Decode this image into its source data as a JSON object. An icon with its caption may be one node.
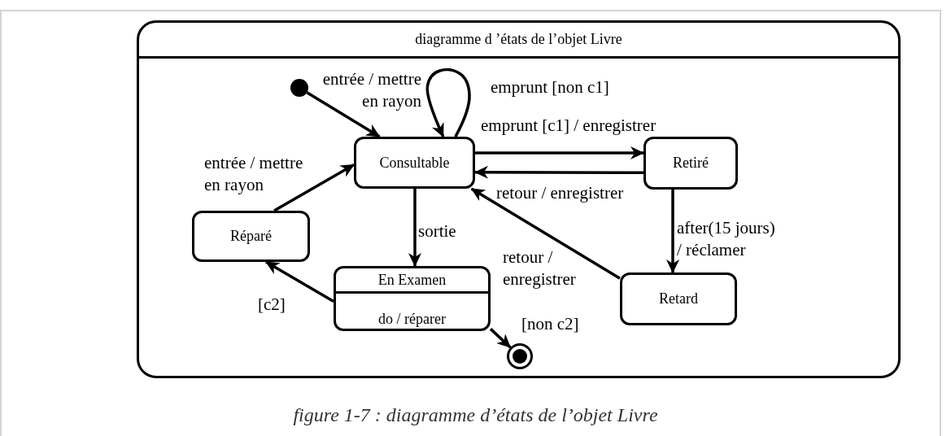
{
  "diagram": {
    "caption": "figure 1-7 : diagramme d’états de l’objet Livre",
    "nodes": [
      {
        "text": [
          "diagramme d ’états de l’objet Livre"
        ]
      },
      {
        "text": [],
        "shape": "circle",
        "in": 0
      },
      {
        "text": [
          "Consultable"
        ],
        "in": 0
      },
      {
        "text": [
          "Retiré"
        ],
        "in": 0
      },
      {
        "text": [
          "Réparé"
        ],
        "in": 0
      },
      {
        "text": [
          "En Examen",
          "do / réparer"
        ],
        "in": 0
      },
      {
        "text": [
          "Retard"
        ],
        "in": 0
      },
      {
        "text": [],
        "shape": "bullseye",
        "in": 0
      }
    ],
    "edges": [
      {
        "from": 1,
        "to": 2,
        "arrow": "to",
        "label": "entrée / mettre en rayon"
      },
      {
        "from": 2,
        "to": 2,
        "arrow": "to",
        "label": "emprunt [non c1]"
      },
      {
        "from": 2,
        "to": 3,
        "arrow": "to",
        "label": "emprunt [c1] / enregistrer"
      },
      {
        "from": 3,
        "to": 2,
        "arrow": "to",
        "label": "retour / enregistrer"
      },
      {
        "from": 2,
        "to": 5,
        "arrow": "to",
        "label": "sortie"
      },
      {
        "from": 3,
        "to": 6,
        "arrow": "to",
        "label": "after(15 jours) / réclamer"
      },
      {
        "from": 6,
        "to": 2,
        "arrow": "to",
        "label": "retour / enregistrer"
      },
      {
        "from": 5,
        "to": 4,
        "arrow": "to",
        "label": "[c2]"
      },
      {
        "from": 4,
        "to": 2,
        "arrow": "to",
        "label": "entrée / mettre en rayon"
      },
      {
        "from": 5,
        "to": 7,
        "arrow": "to",
        "label": "[non c2]"
      }
    ]
  }
}
